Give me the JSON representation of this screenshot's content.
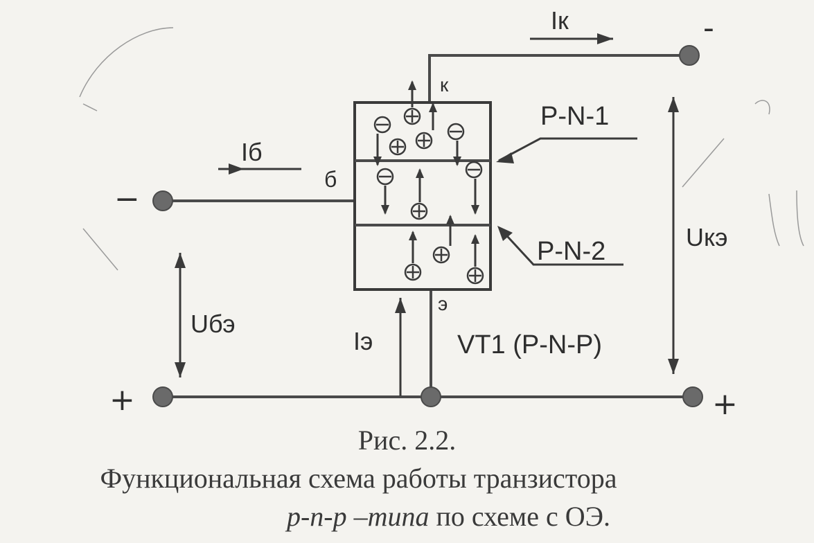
{
  "diagram": {
    "labels": {
      "current_collector": "Iк",
      "current_base": "Iб",
      "current_emitter": "Iэ",
      "terminal_collector": "к",
      "terminal_base": "б",
      "terminal_emitter": "э",
      "junction_1": "P-N-1",
      "junction_2": "P-N-2",
      "voltage_ke": "Uкэ",
      "voltage_be": "Uбэ",
      "transistor": "VT1 (P-N-P)",
      "sign_minus_top": "-",
      "sign_minus_left": "−",
      "sign_plus_left": "+",
      "sign_plus_right": "+"
    },
    "carriers": {
      "hole_symbol": "plus-in-circle",
      "electron_symbol": "minus-in-circle"
    }
  },
  "caption": {
    "figure": "Рис. 2.2.",
    "title": "Функциональная схема работы транзистора",
    "subtitle_italic": "p-n-p –типа",
    "subtitle_rest": " по схеме с ОЭ."
  }
}
